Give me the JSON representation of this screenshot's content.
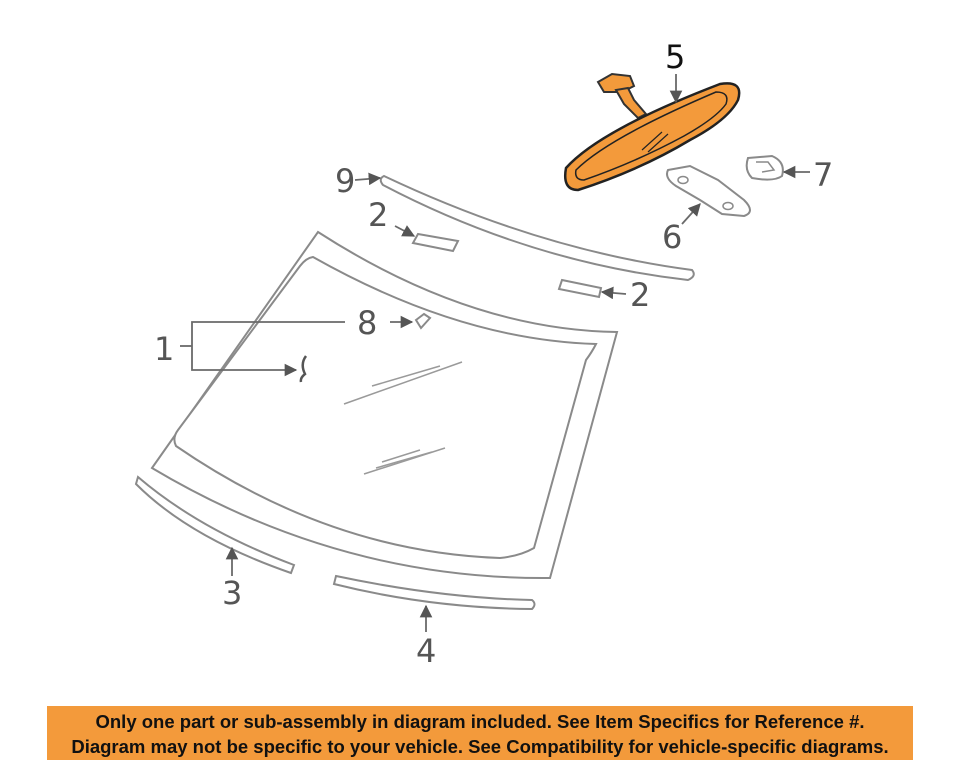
{
  "callouts": {
    "c1": "1",
    "c2a": "2",
    "c2b": "2",
    "c3": "3",
    "c4": "4",
    "c5": "5",
    "c6": "6",
    "c7": "7",
    "c8": "8",
    "c9": "9"
  },
  "highlight_color": "#f39a3b",
  "notice": {
    "line1": "Only one part or sub-assembly in diagram included. See Item Specifics for Reference #.",
    "line2": "Diagram may not be specific to your vehicle. See Compatibility for vehicle-specific diagrams."
  }
}
